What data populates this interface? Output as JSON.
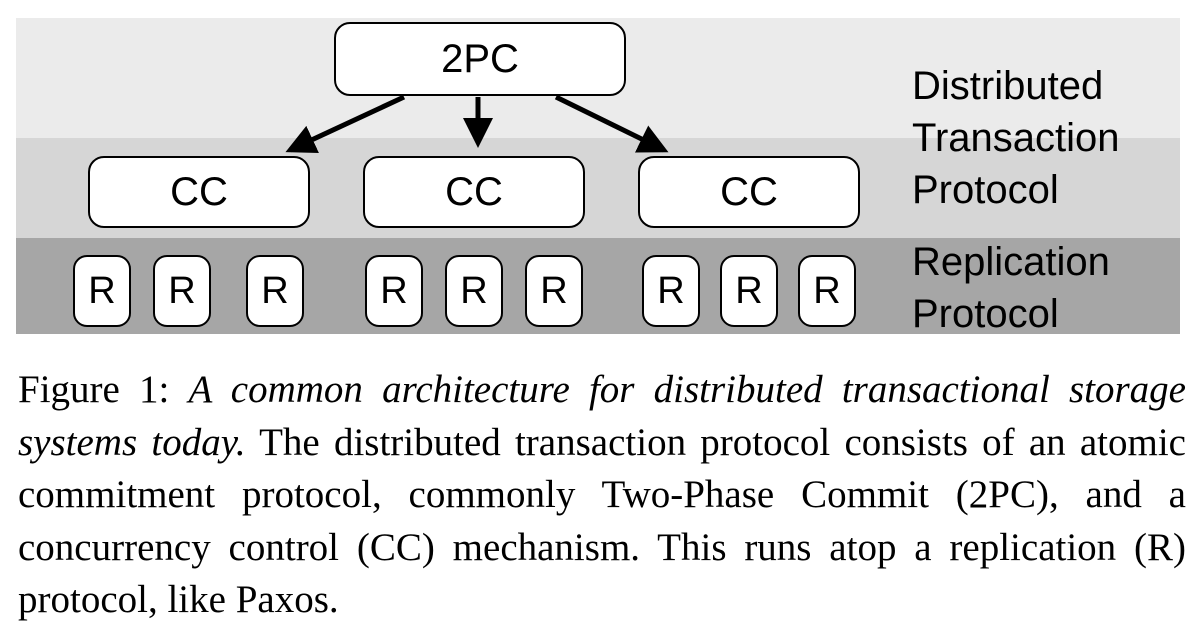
{
  "diagram": {
    "top_node": "2PC",
    "cc_nodes": [
      "CC",
      "CC",
      "CC"
    ],
    "replica_nodes": [
      "R",
      "R",
      "R",
      "R",
      "R",
      "R",
      "R",
      "R",
      "R"
    ],
    "labels": {
      "distributed_transaction": [
        "Distributed",
        "Transaction",
        "Protocol"
      ],
      "replication": [
        "Replication",
        "Protocol"
      ]
    },
    "colors": {
      "top_band": "#ebebeb",
      "middle_band": "#d6d6d6",
      "bottom_band": "#a6a6a6"
    }
  },
  "caption": {
    "figure_label": "Figure 1:",
    "title": "A common architecture for distributed transactional storage systems today.",
    "body": "The distributed transaction protocol consists of an atomic commitment protocol, commonly Two-Phase Commit (2PC), and a concurrency control (CC) mechanism. This runs atop a replication (R) protocol, like Paxos."
  }
}
